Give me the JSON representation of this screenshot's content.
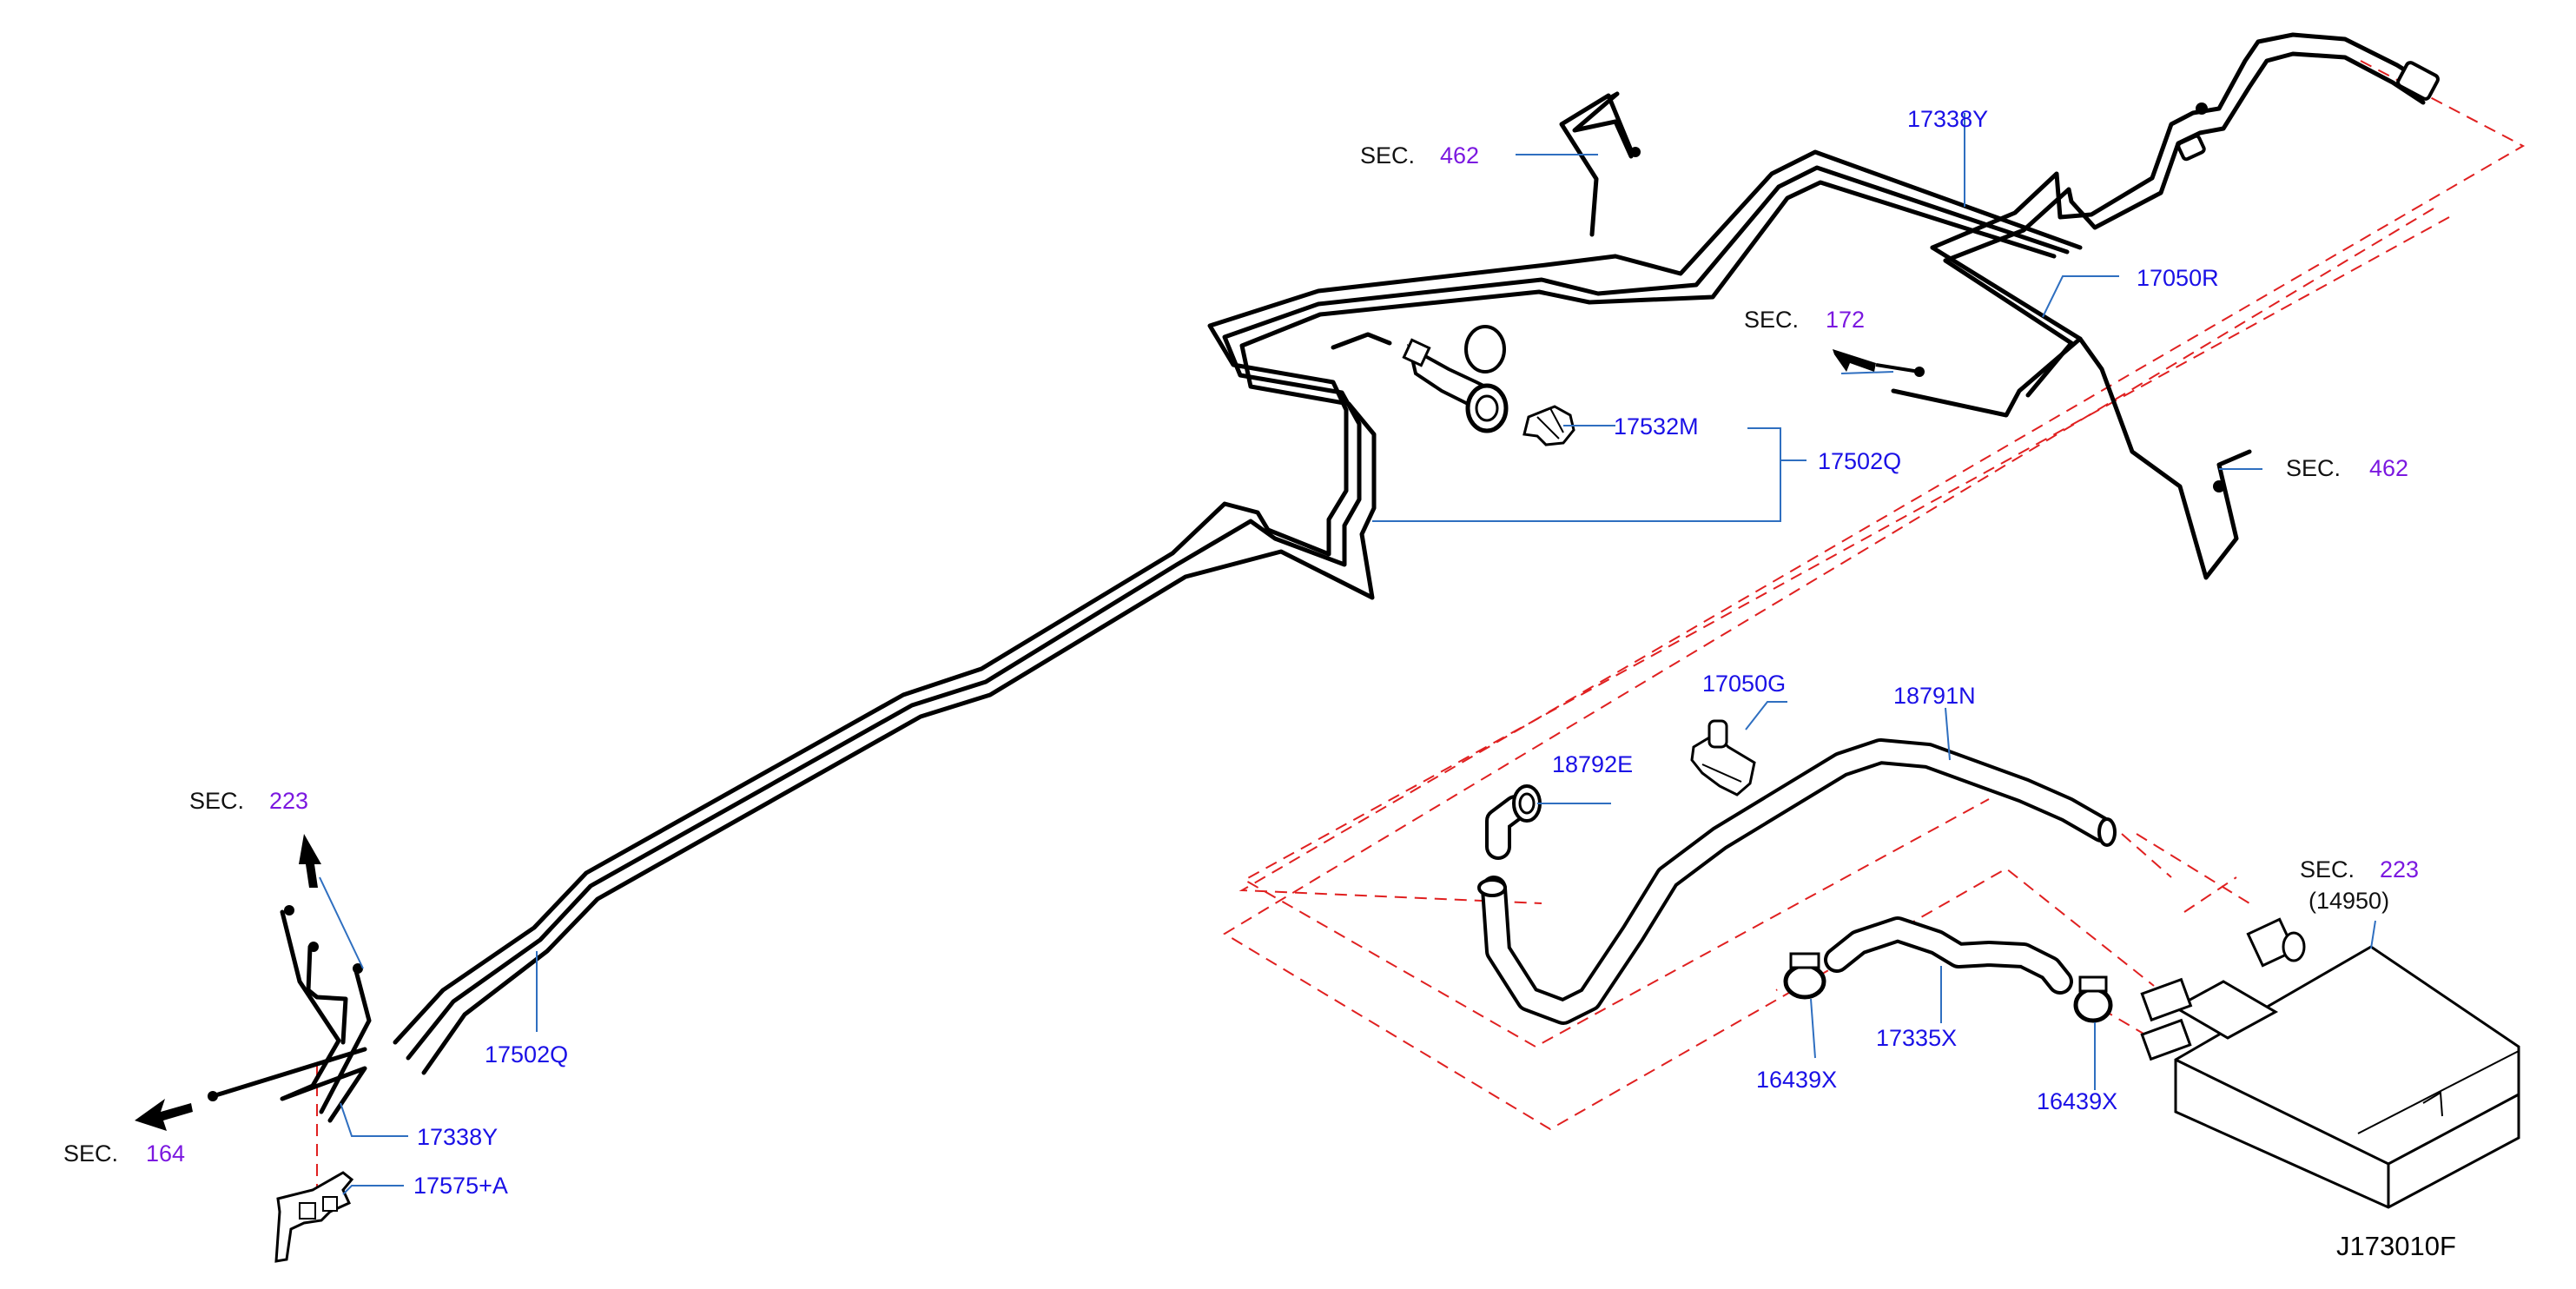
{
  "figure_code": "J173010F",
  "sections": {
    "sec_462_top": {
      "prefix": "SEC.",
      "number": "462"
    },
    "sec_172": {
      "prefix": "SEC.",
      "number": "172"
    },
    "sec_462_right": {
      "prefix": "SEC.",
      "number": "462"
    },
    "sec_223_left": {
      "prefix": "SEC.",
      "number": "223"
    },
    "sec_164": {
      "prefix": "SEC.",
      "number": "164"
    },
    "sec_223_canister": {
      "prefix": "SEC.",
      "number": "223",
      "sub": "(14950)"
    }
  },
  "parts": {
    "p17338y_top": "17338Y",
    "p17050r": "17050R",
    "p17532m": "17532M",
    "p17502q_top": "17502Q",
    "p17502q_bottom": "17502Q",
    "p17338y_bottom": "17338Y",
    "p17575a": "17575+A",
    "p17050g": "17050G",
    "p18791n": "18791N",
    "p18792e": "18792E",
    "p17335x": "17335X",
    "p16439x_left": "16439X",
    "p16439x_right": "16439X"
  },
  "colors": {
    "part_number": "#1a10e6",
    "section_number": "#7b18e0",
    "leader": "#2f6fc0",
    "phantom": "#e02020"
  }
}
